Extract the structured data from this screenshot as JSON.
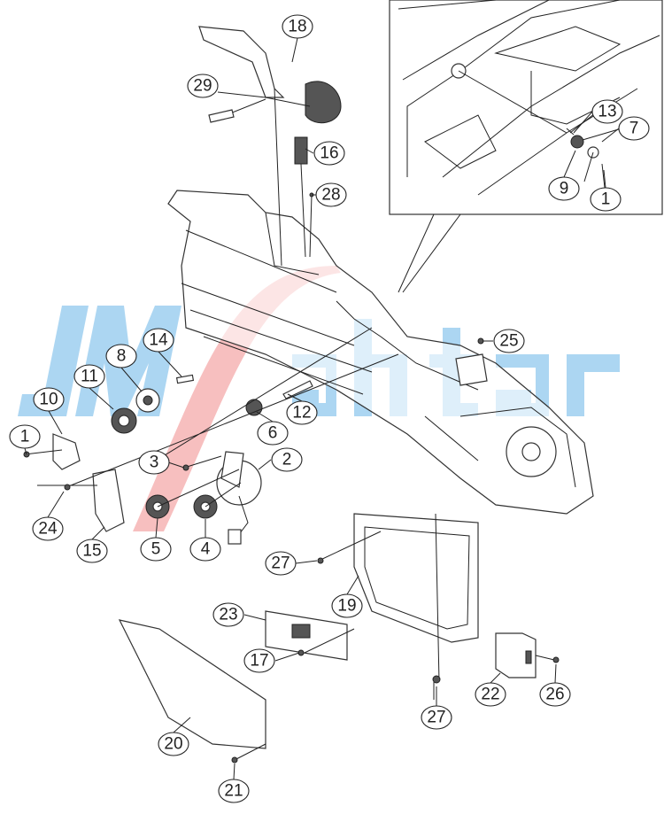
{
  "diagram": {
    "watermark": "JMSohtar",
    "callouts": [
      {
        "id": "18",
        "label": "18"
      },
      {
        "id": "29",
        "label": "29"
      },
      {
        "id": "16",
        "label": "16"
      },
      {
        "id": "28",
        "label": "28"
      },
      {
        "id": "13",
        "label": "13"
      },
      {
        "id": "7",
        "label": "7"
      },
      {
        "id": "9",
        "label": "9"
      },
      {
        "id": "1a",
        "label": "1"
      },
      {
        "id": "25",
        "label": "25"
      },
      {
        "id": "14",
        "label": "14"
      },
      {
        "id": "8",
        "label": "8"
      },
      {
        "id": "11",
        "label": "11"
      },
      {
        "id": "10",
        "label": "10"
      },
      {
        "id": "12",
        "label": "12"
      },
      {
        "id": "6",
        "label": "6"
      },
      {
        "id": "1b",
        "label": "1"
      },
      {
        "id": "2",
        "label": "2"
      },
      {
        "id": "3",
        "label": "3"
      },
      {
        "id": "24",
        "label": "24"
      },
      {
        "id": "15",
        "label": "15"
      },
      {
        "id": "5",
        "label": "5"
      },
      {
        "id": "4",
        "label": "4"
      },
      {
        "id": "27a",
        "label": "27"
      },
      {
        "id": "19",
        "label": "19"
      },
      {
        "id": "23",
        "label": "23"
      },
      {
        "id": "17",
        "label": "17"
      },
      {
        "id": "22",
        "label": "22"
      },
      {
        "id": "26",
        "label": "26"
      },
      {
        "id": "27b",
        "label": "27"
      },
      {
        "id": "20",
        "label": "20"
      },
      {
        "id": "21",
        "label": "21"
      }
    ]
  }
}
